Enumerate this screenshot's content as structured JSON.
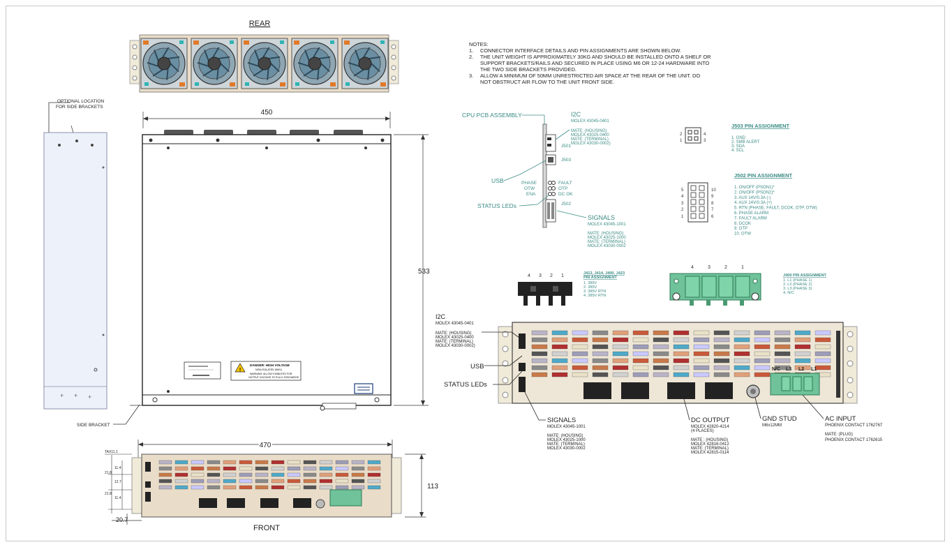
{
  "views": {
    "rear_title": "REAR",
    "front_title": "FRONT"
  },
  "dimensions": {
    "top_width": "450",
    "top_depth": "533",
    "front_width": "470",
    "front_height": "113",
    "front_offset": "20.7",
    "front_left_dims": [
      "TAX11.1",
      "11.4",
      "21.8",
      "12.7",
      "21.8",
      "11.4"
    ]
  },
  "side": {
    "optional_location": [
      "OPTIONAL LOCATION",
      "FOR SIDE BRACKETS"
    ],
    "side_bracket": "SIDE BRACKET"
  },
  "warning_label": {
    "title": "DANGER: HIGH VOLTAGE",
    "lines": [
      "NON-ISOLATED (SMV)",
      "WARNING: ALLOW 5 MINUTES FOR",
      "OUTPUT VOLTAGE TO FULLY DISCHARGE"
    ]
  },
  "notes": {
    "heading": "NOTES:",
    "items": [
      [
        "1.",
        "CONNECTOR INTERFACE DETAILS AND PIN ASSIGNMENTS ARE SHOWN BELOW."
      ],
      [
        "2.",
        "THE UNIT WEIGHT IS APPROXIMATELY 30KG AND SHOULD BE INSTALLED ONTO A SHELF OR"
      ],
      [
        "",
        "SUPPORT BRACKETS/RAILS AND SECURED IN PLACE USING M6 OR 12-24 HARDWARE INTO"
      ],
      [
        "",
        "THE TWO SIDE BRACKETS PROVIDED."
      ],
      [
        "3.",
        "ALLOW A MINIMUM OF 50MM UNRESTRICTED AIR SPACE AT THE REAR OF THE UNIT. DO"
      ],
      [
        "",
        "NOT OBSTRUCT AIR FLOW TO THE UNIT FRONT SIDE."
      ]
    ]
  },
  "cpu_pcb": {
    "label": "CPU PCB ASSEMBLY",
    "i2c_title": "I2C",
    "i2c_lines": [
      "MOLEX 43045-0401",
      "",
      "MATE: (HOUSING)",
      "MOLEX 43025-0400",
      "MATE: (TERMINAL)",
      "MOLEX 43030-0002)"
    ],
    "j501": "J501",
    "j503": "J503",
    "j502": "J502",
    "usb": "USB",
    "status_leds": "STATUS LEDs",
    "led_left": [
      "PHASE",
      "OTW",
      "ENA"
    ],
    "led_right": [
      "FAULT",
      "OTP",
      "DC OK"
    ],
    "signals_title": "SIGNALS",
    "signals_lines": [
      "MOLEX 43045-1001",
      "",
      "MATE: (HOUSING)",
      "MOLEX 43025-1000",
      "MATE: (TERMINAL)",
      "MOLEX 43030-0002"
    ]
  },
  "j503_pins": {
    "title": "J503 PIN ASSIGNMENT",
    "diagram_nums": [
      "2",
      "4",
      "1",
      "3"
    ],
    "items": [
      "1.   GND",
      "2.   SMB ALERT",
      "3.   SDA",
      "4.   SCL"
    ]
  },
  "j502_pins": {
    "title": "J502 PIN ASSIGNMENT",
    "left_nums": [
      "5",
      "4",
      "3",
      "2",
      "1"
    ],
    "right_nums": [
      "10",
      "9",
      "8",
      "7",
      "6"
    ],
    "items": [
      "1.   ON/OFF (PSON1)*",
      "2.   ON/OFF (PSON2)*",
      "3.   AUX 14V/0.3A (-)",
      "4.   AUX 14V/0.3A (+)",
      "5.   RTN (PHASE, FAULT, DCOK, OTP, OTW)",
      "6.   PHASE ALARM",
      "7.   FAULT ALARM",
      "8.   DCOK",
      "9.   OTP",
      "10.  OTW"
    ]
  },
  "dc_connector": {
    "nums": [
      "4",
      "3",
      "2",
      "1"
    ],
    "title": [
      "J413, J414, J400, J423",
      "PIN ASSIGNMENT"
    ],
    "items": [
      "1.   385V",
      "2.   385V",
      "3.   385V RTN",
      "4.   385V RTN"
    ]
  },
  "ac_connector": {
    "nums": [
      "4",
      "3",
      "2",
      "1"
    ],
    "title": "J400 PIN ASSIGNMENT",
    "items": [
      "1.   L1 (PHASE 1)",
      "2.   L2 (PHASE 2)",
      "3.   L3 (PHASE 3)",
      "4.   N/C"
    ]
  },
  "front_panel_callouts": {
    "i2c_title": "I2C",
    "i2c_lines": [
      "MOLEX 43045-0401",
      "",
      "MATE: (HOUSING)",
      "MOLEX 43025-0400",
      "MATE: (TERMINAL)",
      "MOLEX 43030-0002)"
    ],
    "usb": "USB",
    "status_leds": "STATUS LEDs",
    "signals_title": "SIGNALS",
    "signals_lines": [
      "MOLEX 43045-1001",
      "",
      "MATE: (HOUSING)",
      "MOLEX 43025-1000",
      "MATE: (TERMINAL)",
      "MOLEX 43030-0002"
    ],
    "dc_output_title": "DC OUTPUT",
    "dc_output_lines": [
      "MOLEX 42820-4214",
      "(4 PLACES)",
      "",
      "MATE : (HOUSING)",
      "MOLEX 42816-0412",
      "MATE: (TERMINAL)",
      "MOLEX 42815-0114"
    ],
    "gnd_title": "GND STUD",
    "gnd_lines": [
      "M6x12MM"
    ],
    "ac_input_title": "AC INPUT",
    "ac_input_lines": [
      "PHOENIX CONTACT 1762767",
      "",
      "MATE: (PLUG)",
      "PHOENIX CONTACT 1762615"
    ],
    "ac_labels": [
      "N/C",
      "L3",
      "L2",
      "L1"
    ]
  },
  "colors": {
    "teal": "#3b8c86",
    "line": "#333333",
    "panel": "#eee6d6",
    "green": "#6fc29a",
    "fan_blue": "#6a8fa3"
  }
}
